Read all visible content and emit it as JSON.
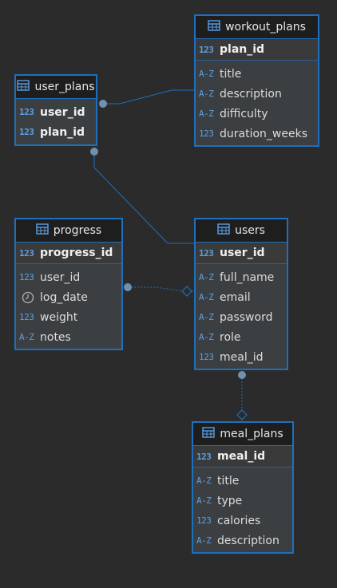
{
  "tables": {
    "workout_plans": {
      "name": "workout_plans",
      "pk": {
        "type": "123",
        "name": "plan_id"
      },
      "columns": [
        {
          "type": "A-Z",
          "name": "title"
        },
        {
          "type": "A-Z",
          "name": "description"
        },
        {
          "type": "A-Z",
          "name": "difficulty"
        },
        {
          "type": "123",
          "name": "duration_weeks"
        }
      ]
    },
    "user_plans": {
      "name": "user_plans",
      "pk": null,
      "columns": [
        {
          "type": "123",
          "name": "user_id",
          "bold": true
        },
        {
          "type": "123",
          "name": "plan_id",
          "bold": true
        }
      ]
    },
    "progress": {
      "name": "progress",
      "pk": {
        "type": "123",
        "name": "progress_id"
      },
      "columns": [
        {
          "type": "123",
          "name": "user_id"
        },
        {
          "type": "clock-icon",
          "name": "log_date"
        },
        {
          "type": "123",
          "name": "weight"
        },
        {
          "type": "A-Z",
          "name": "notes"
        }
      ]
    },
    "users": {
      "name": "users",
      "pk": {
        "type": "123",
        "name": "user_id"
      },
      "columns": [
        {
          "type": "A-Z",
          "name": "full_name"
        },
        {
          "type": "A-Z",
          "name": "email"
        },
        {
          "type": "A-Z",
          "name": "password"
        },
        {
          "type": "A-Z",
          "name": "role"
        },
        {
          "type": "123",
          "name": "meal_id"
        }
      ]
    },
    "meal_plans": {
      "name": "meal_plans",
      "pk": {
        "type": "123",
        "name": "meal_id"
      },
      "columns": [
        {
          "type": "A-Z",
          "name": "title"
        },
        {
          "type": "A-Z",
          "name": "type"
        },
        {
          "type": "123",
          "name": "calories"
        },
        {
          "type": "A-Z",
          "name": "description"
        }
      ]
    }
  },
  "relationships": [
    {
      "from": "user_plans",
      "to": "workout_plans"
    },
    {
      "from": "user_plans",
      "to": "users"
    },
    {
      "from": "progress",
      "to": "users"
    },
    {
      "from": "users",
      "to": "meal_plans"
    }
  ],
  "colors": {
    "border": "#1f6fbf",
    "line": "#1f6fbf",
    "accent": "#5aa0e6"
  }
}
